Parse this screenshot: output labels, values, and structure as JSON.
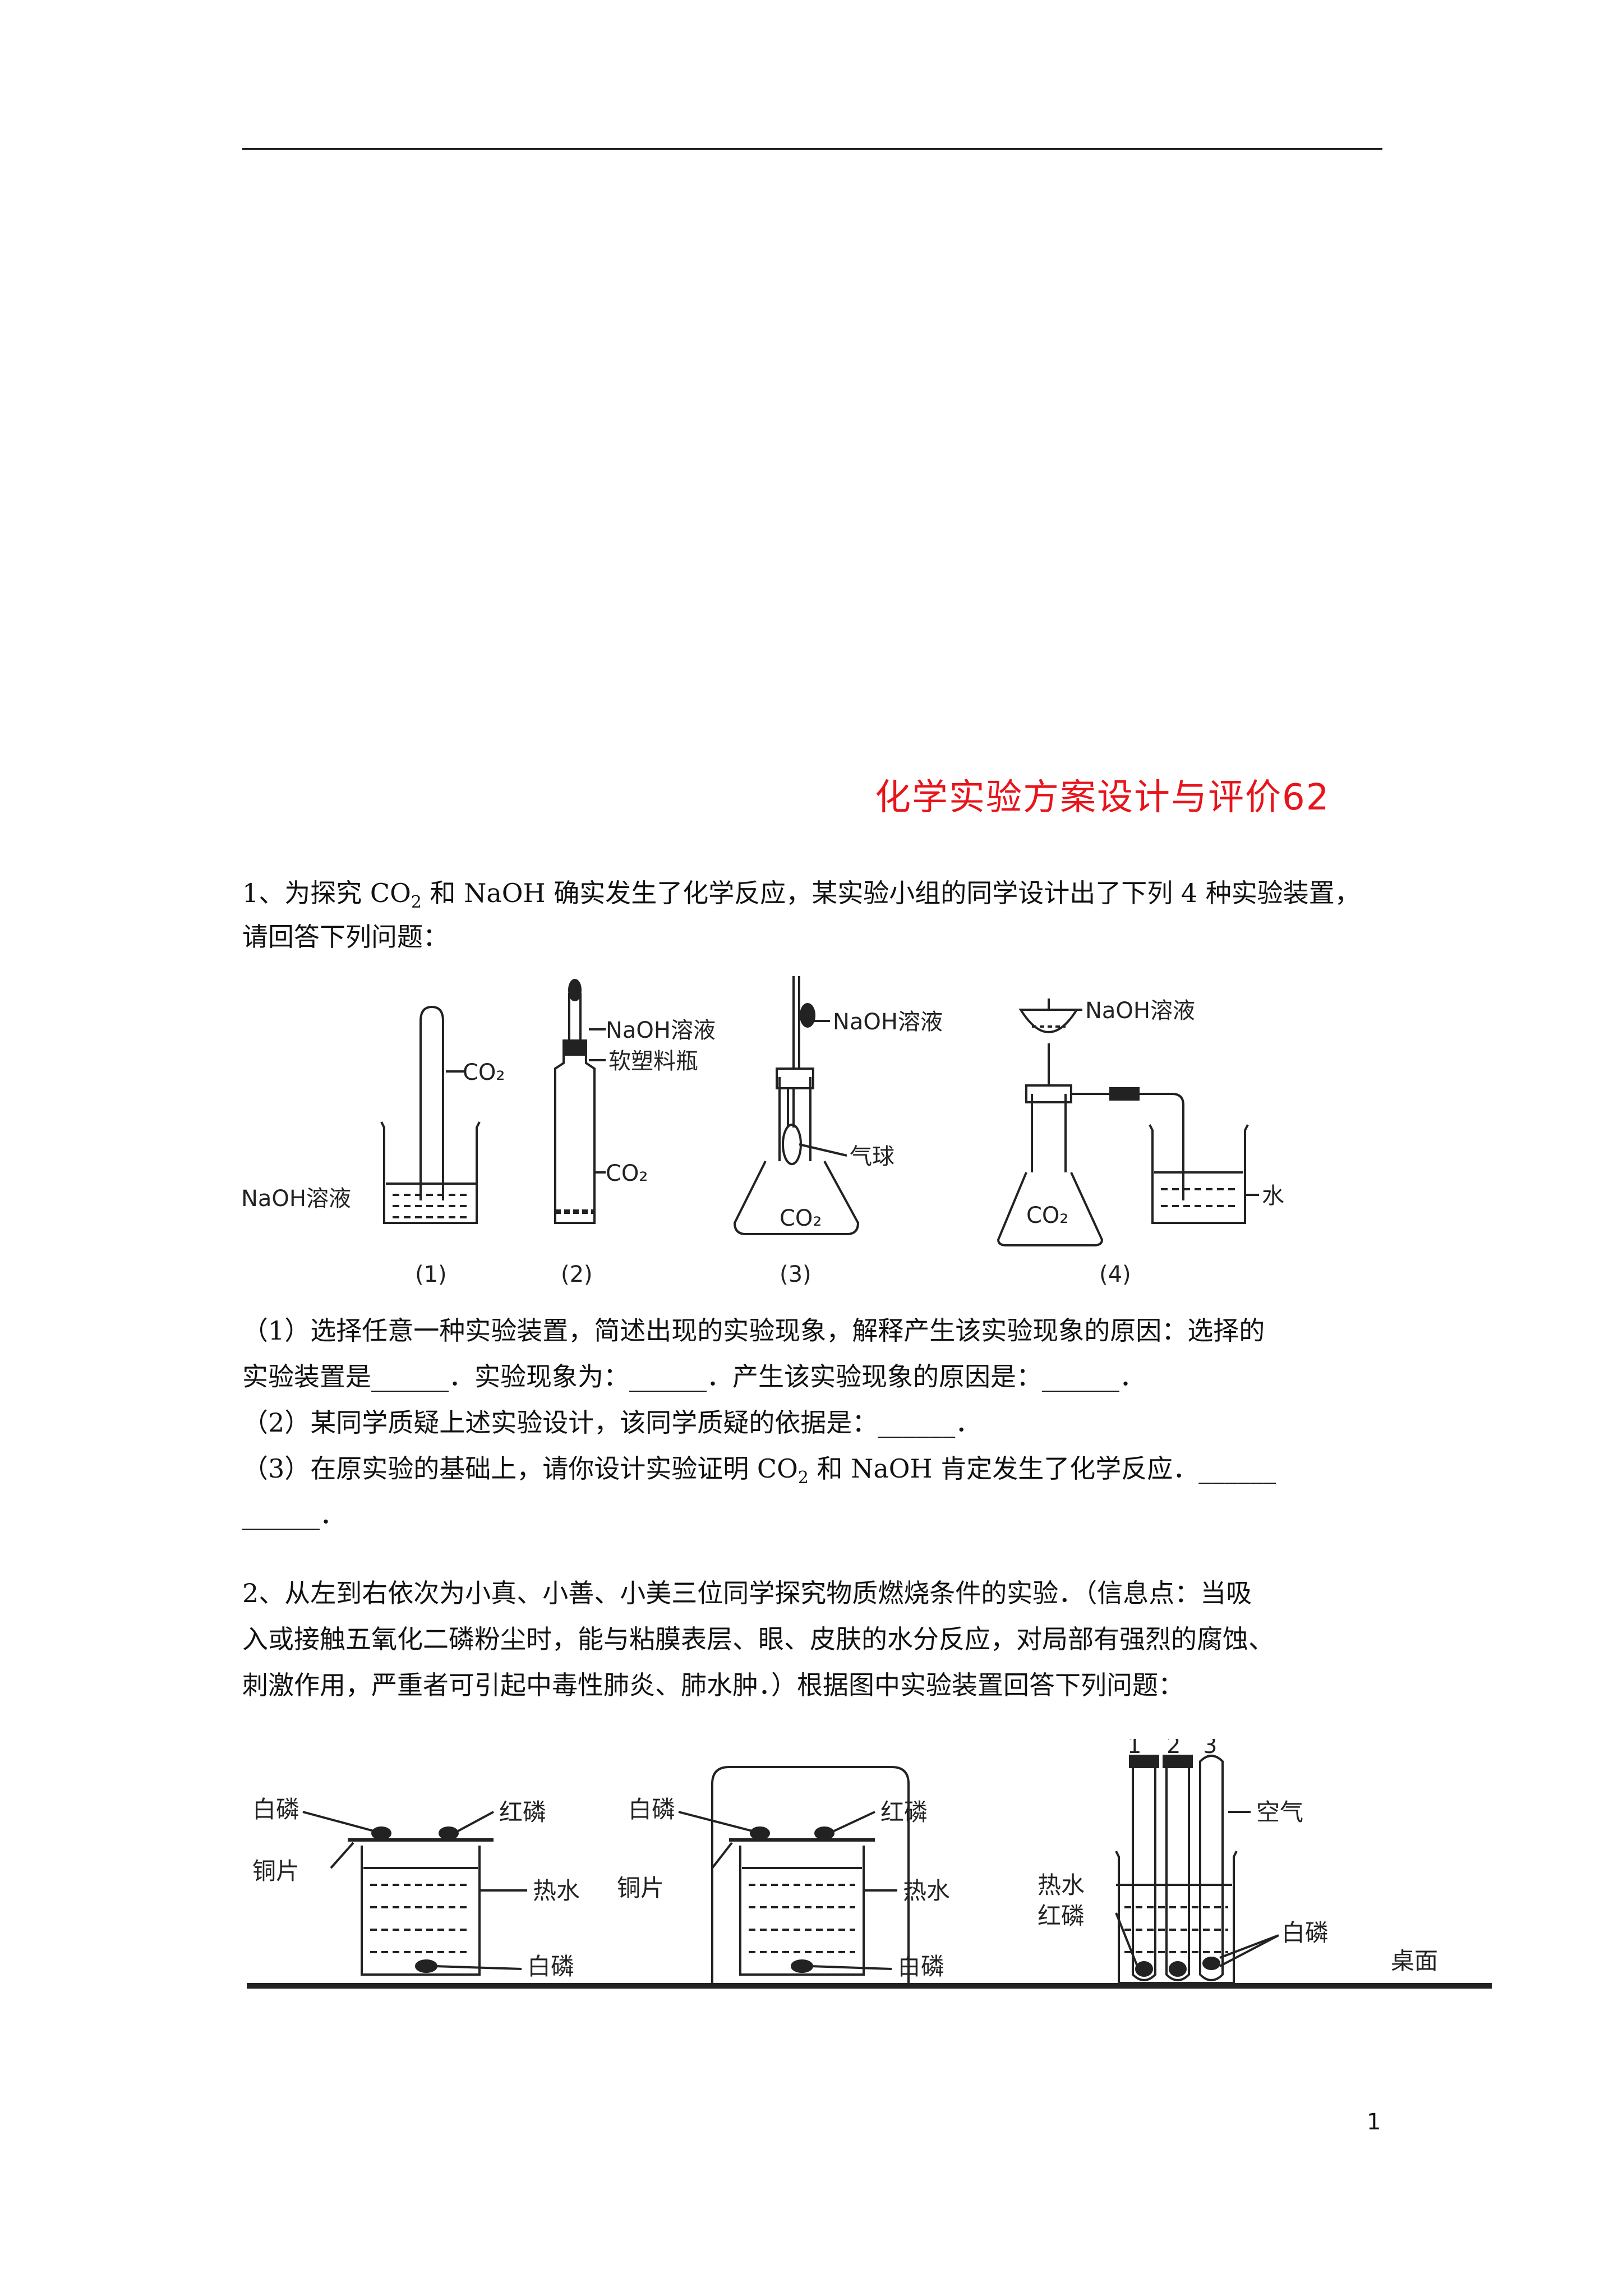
{
  "title": "化学实验方案设计与评价62",
  "q1": {
    "line1_a": "1、为探究 CO",
    "line1_sub": "2",
    "line1_b": " 和 NaOH 确实发生了化学反应，某实验小组的同学设计出了下列 4 种实验装置，",
    "line2": "请回答下列问题：",
    "fig_labels": {
      "co2": "CO₂",
      "naoh_solution": "NaOH溶液",
      "soft_bottle": "软塑料瓶",
      "balloon": "气球",
      "water": "水",
      "n1": "(1)",
      "n2": "(2)",
      "n3": "(3)",
      "n4": "(4)"
    },
    "s1_line1": "（1）选择任意一种实验装置，简述出现的实验现象，解释产生该实验现象的原因：选择的",
    "s1_line2": "实验装置是______．实验现象为：______．产生该实验现象的原因是：______．",
    "s2": "（2）某同学质疑上述实验设计，该同学质疑的依据是：______．",
    "s3_a": "（3）在原实验的基础上，请你设计实验证明 CO",
    "s3_sub": "2",
    "s3_b": " 和 NaOH 肯定发生了化学反应．______",
    "s3_line2": "______．"
  },
  "q2": {
    "line1": "2、从左到右依次为小真、小善、小美三位同学探究物质燃烧条件的实验．（信息点：当吸",
    "line2": "入或接触五氧化二磷粉尘时，能与粘膜表层、眼、皮肤的水分反应，对局部有强烈的腐蚀、",
    "line3": "刺激作用，严重者可引起中毒性肺炎、肺水肿．）根据图中实验装置回答下列问题：",
    "fig_labels": {
      "white_p": "白磷",
      "red_p": "红磷",
      "copper": "铜片",
      "hot_water": "热水",
      "air": "空气",
      "table": "桌面",
      "t1": "1",
      "t2": "2",
      "t3": "3"
    }
  },
  "page_number": "1"
}
